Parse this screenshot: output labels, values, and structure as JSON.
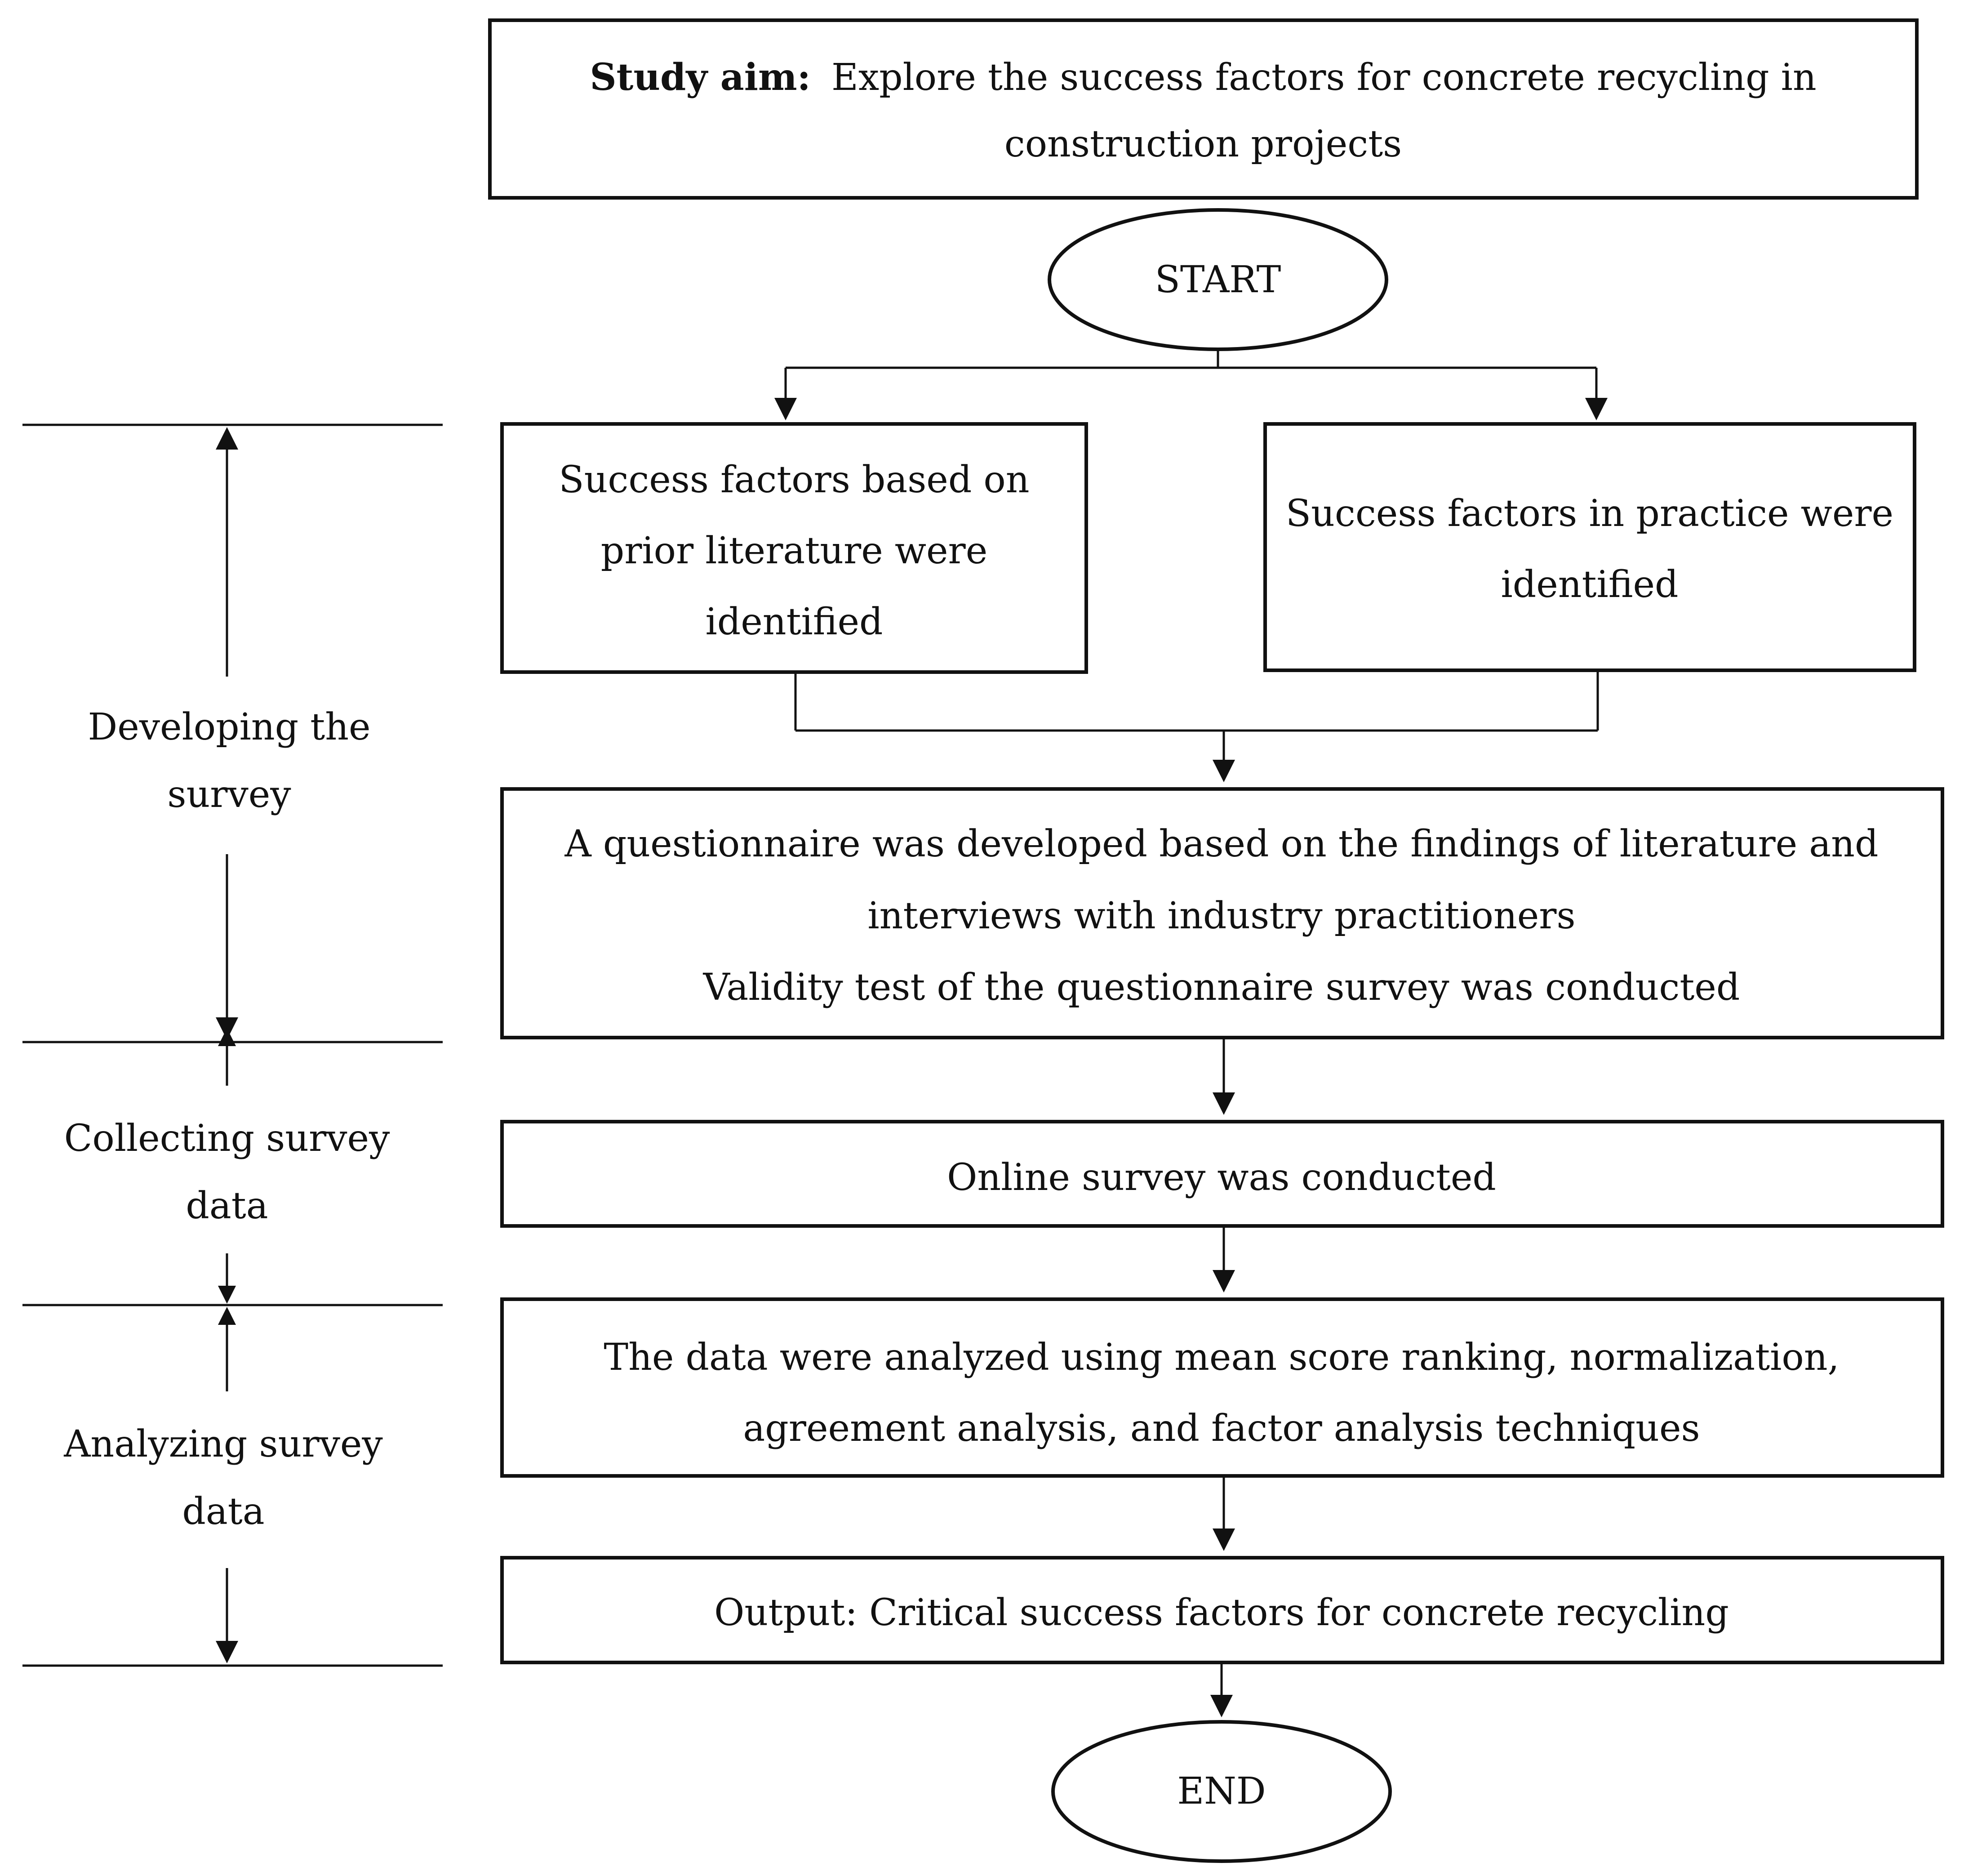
{
  "aim": {
    "label": "Study aim:",
    "text_line1": "Explore the success factors for concrete recycling in",
    "text_line2": "construction projects"
  },
  "start": {
    "label": "START"
  },
  "end": {
    "label": "END"
  },
  "literature_box": {
    "line1": "Success factors based on",
    "line2": "prior literature were",
    "line3": "identified"
  },
  "practice_box": {
    "line1": "Success factors in practice were",
    "line2": "identified"
  },
  "questionnaire_box": {
    "line1": "A questionnaire was developed  based on the findings of literature and",
    "line2": "interviews with industry practitioners",
    "line3": "Validity test of the questionnaire survey was conducted"
  },
  "online_box": {
    "line1": "Online survey was conducted"
  },
  "analysis_box": {
    "line1": "The data were analyzed using mean score ranking, normalization,",
    "line2": "agreement analysis, and factor analysis techniques"
  },
  "output_box": {
    "line1": "Output: Critical success factors for concrete recycling"
  },
  "phases": {
    "developing": {
      "line1": "Developing the",
      "line2": "survey"
    },
    "collecting": {
      "line1": "Collecting survey",
      "line2": "data"
    },
    "analyzing": {
      "line1": "Analyzing survey",
      "line2": "data"
    }
  }
}
